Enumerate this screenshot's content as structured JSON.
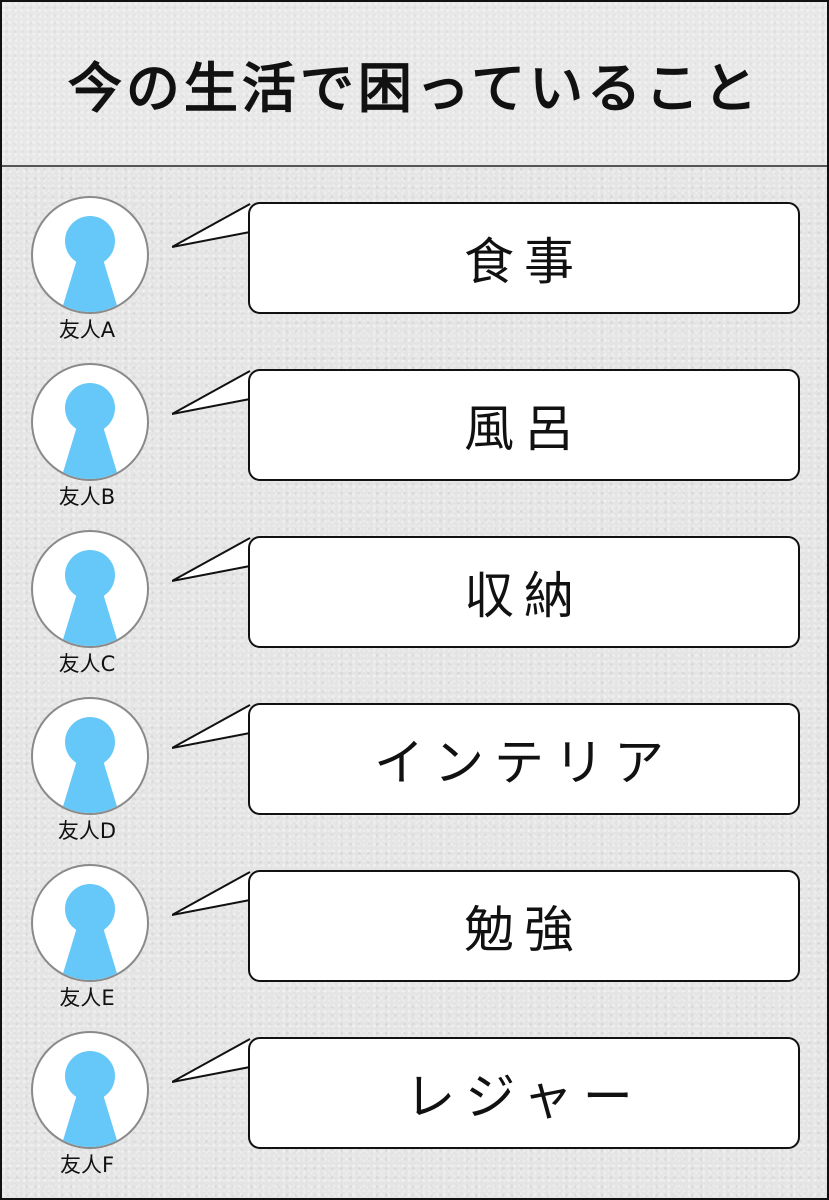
{
  "title": "今の生活で困っていること",
  "colors": {
    "avatar_fill": "#66c8f8",
    "background": "#e4e4e4",
    "bubble": "#ffffff",
    "border": "#111111"
  },
  "rows": [
    {
      "friend": "友人A",
      "topic": "食事"
    },
    {
      "friend": "友人B",
      "topic": "風呂"
    },
    {
      "friend": "友人C",
      "topic": "収納"
    },
    {
      "friend": "友人D",
      "topic": "インテリア"
    },
    {
      "friend": "友人E",
      "topic": "勉強"
    },
    {
      "friend": "友人F",
      "topic": "レジャー"
    }
  ],
  "icons": {
    "avatar": "person-silhouette-icon"
  }
}
